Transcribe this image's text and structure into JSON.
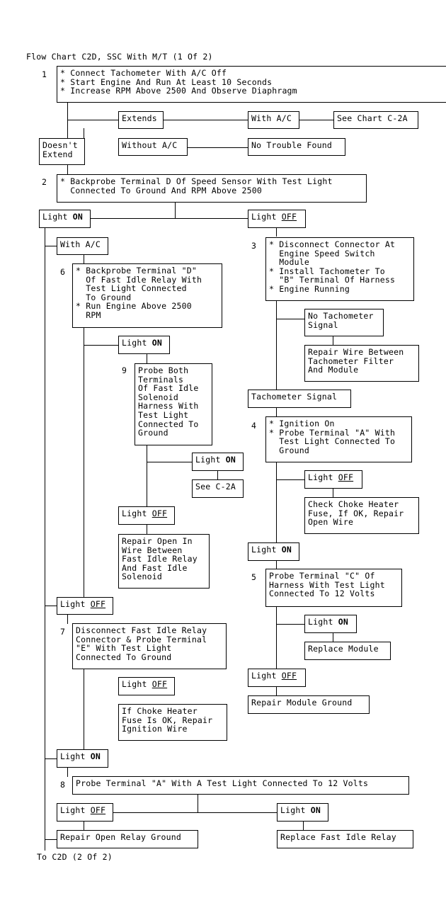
{
  "header": "Flow Chart C2D, SSC With M/T (1 Of 2)",
  "footer": "To C2D (2 Of 2)",
  "steps": {
    "n1": "1",
    "n2": "2",
    "n3": "3",
    "n4": "4",
    "n5": "5",
    "n6": "6",
    "n7": "7",
    "n8": "8",
    "n9": "9"
  },
  "box1": "* Connect Tachometer With A/C Off\n* Start Engine And Run At Least 10 Seconds\n* Increase RPM Above 2500 And Observe Diaphragm",
  "extends": "Extends",
  "with_ac_1": "With A/C",
  "see_c2a_1": "See Chart C-2A",
  "doesnt_extend": "Doesn't\nExtend",
  "without_ac": "Without A/C",
  "no_trouble": "No Trouble Found",
  "box2": "* Backprobe Terminal D Of Speed Sensor With Test Light\n  Connected To Ground And RPM Above 2500",
  "light": "Light",
  "on": "ON",
  "off": "OFF",
  "with_ac_2": "With A/C",
  "box3": "* Disconnect Connector At\n  Engine Speed Switch\n  Module\n* Install Tachometer To\n  \"B\" Terminal Of Harness\n* Engine Running",
  "box6": "* Backprobe Terminal \"D\"\n  Of Fast Idle Relay With\n  Test Light Connected\n  To Ground\n* Run Engine Above 2500\n  RPM",
  "no_tach": "No Tachometer\nSignal",
  "repair_wire": "Repair Wire Between\nTachometer Filter\nAnd Module",
  "box9": "Probe Both\nTerminals\nOf Fast Idle\nSolenoid\nHarness With\nTest Light\nConnected To\nGround",
  "tach_signal": "Tachometer Signal",
  "box4": "* Ignition On\n* Probe Terminal \"A\" With\n  Test Light Connected To\n  Ground",
  "see_c2a_2": "See C-2A",
  "check_choke": "Check Choke Heater\nFuse, If OK, Repair\nOpen Wire",
  "repair_open_fi": "Repair Open In\nWire Between\nFast Idle Relay\nAnd Fast Idle\nSolenoid",
  "box5": "Probe Terminal \"C\" Of\nHarness With Test Light\nConnected To 12 Volts",
  "box7": "Disconnect Fast Idle Relay\nConnector & Probe Terminal\n\"E\" With Test Light\nConnected To Ground",
  "replace_module": "Replace Module",
  "repair_module_ground": "Repair Module Ground",
  "if_choke": "If Choke Heater\nFuse Is OK, Repair\nIgnition Wire",
  "box8": "Probe Terminal \"A\" With A Test Light Connected To 12 Volts",
  "repair_relay_ground": "Repair Open Relay Ground",
  "replace_relay": "Replace Fast Idle Relay"
}
